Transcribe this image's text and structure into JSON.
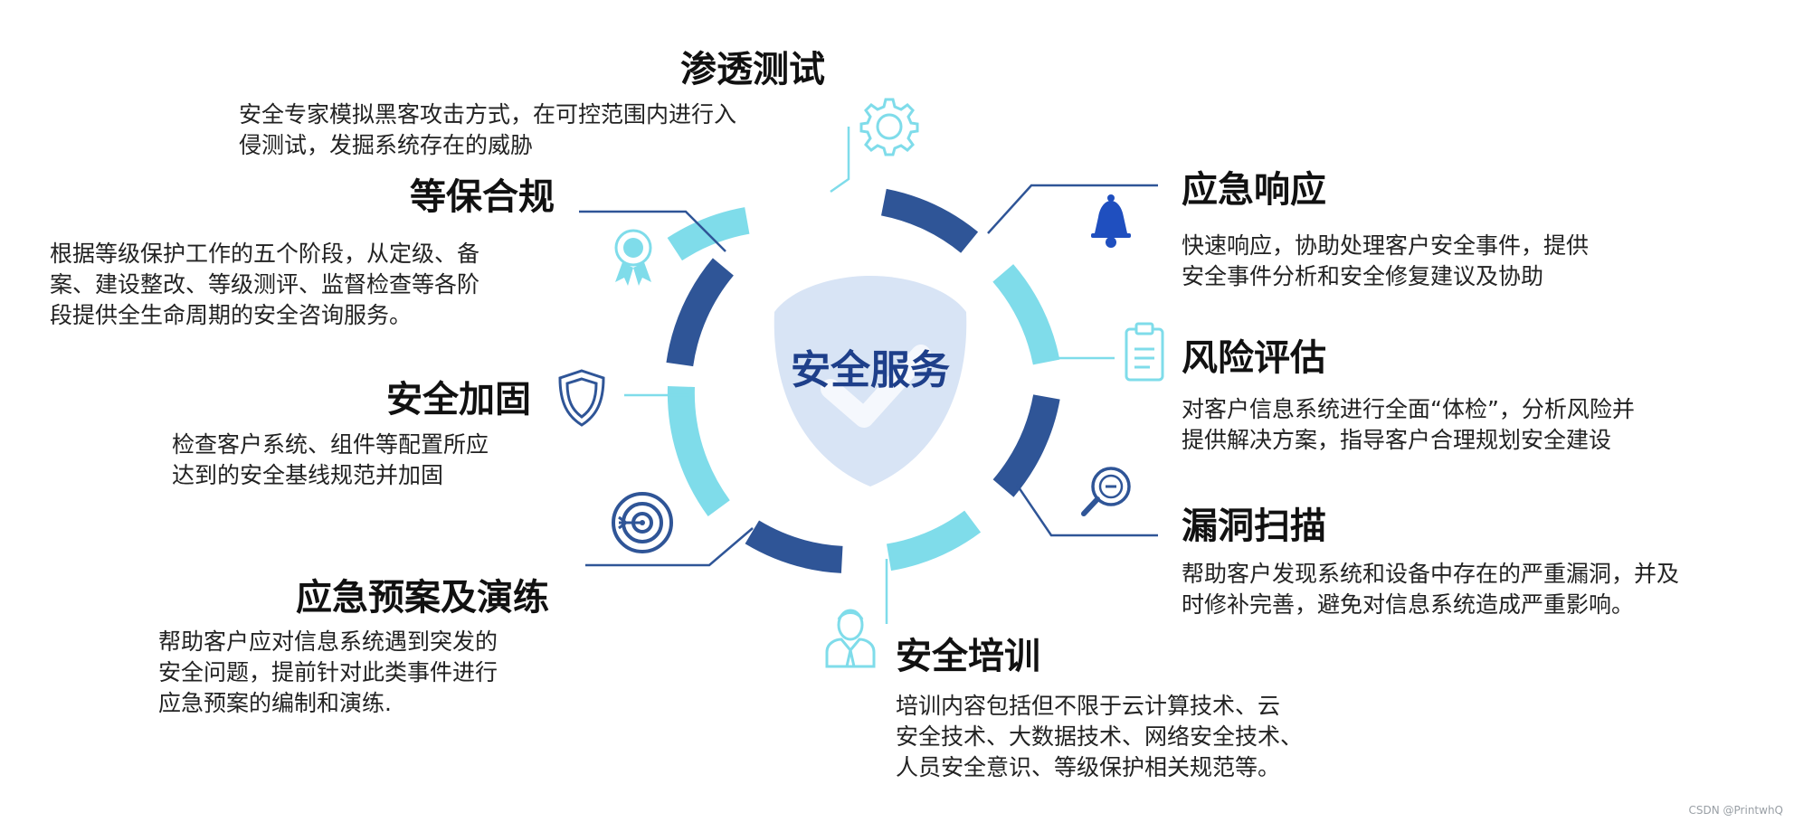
{
  "center": {
    "label": "安全服务"
  },
  "colors": {
    "dark": "#2f5597",
    "light": "#7fdcea",
    "line_dark": "#2f5597",
    "line_light": "#7fdcea"
  },
  "services": {
    "pentest": {
      "title": "渗透测试",
      "desc": [
        "安全专家模拟黑客攻击方式，在可控范围内进行入",
        "侵测试，发掘系统存在的威胁"
      ],
      "icon": "gear-icon"
    },
    "compliance": {
      "title": "等保合规",
      "desc": [
        "根据等级保护工作的五个阶段，从定级、备",
        "案、建设整改、等级测评、监督检查等各阶",
        "段提供全生命周期的安全咨询服务。"
      ],
      "icon": "award-ribbon-icon"
    },
    "hardening": {
      "title": "安全加固",
      "desc": [
        "检查客户系统、组件等配置所应",
        "达到的安全基线规范并加固"
      ],
      "icon": "shield-icon"
    },
    "drill": {
      "title": "应急预案及演练",
      "desc": [
        "帮助客户应对信息系统遇到突发的",
        "安全问题，提前针对此类事件进行",
        "应急预案的编制和演练."
      ],
      "icon": "target-icon"
    },
    "emergency": {
      "title": "应急响应",
      "desc": [
        "快速响应，协助处理客户安全事件，提供",
        "安全事件分析和安全修复建议及协助"
      ],
      "icon": "bell-icon"
    },
    "risk": {
      "title": "风险评估",
      "desc": [
        "对客户信息系统进行全面“体检”，分析风险并",
        "提供解决方案，指导客户合理规划安全建设"
      ],
      "icon": "clipboard-icon"
    },
    "scan": {
      "title": "漏洞扫描",
      "desc": [
        "帮助客户发现系统和设备中存在的严重漏洞，并及",
        "时修补完善，避免对信息系统造成严重影响。"
      ],
      "icon": "magnifier-icon"
    },
    "training": {
      "title": "安全培训",
      "desc": [
        "培训内容包括但不限于云计算技术、云",
        "安全技术、大数据技术、网络安全技术、",
        "人员安全意识、等级保护相关规范等。"
      ],
      "icon": "person-icon"
    }
  },
  "watermark": "CSDN @PrintwhQ"
}
